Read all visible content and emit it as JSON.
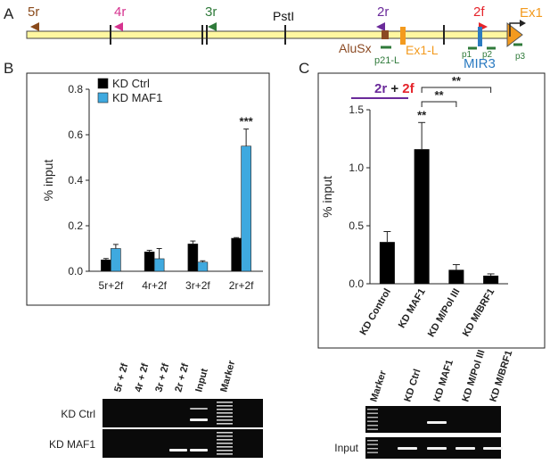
{
  "figure": {
    "panel_labels": {
      "a": "A",
      "b": "B",
      "c": "C"
    },
    "colors": {
      "bar_black": "#000000",
      "bar_blue": "#3fa9df",
      "track_fill": "#fff7a0",
      "track_stroke": "#444444",
      "gel_bg": "#0a0a0a",
      "gel_band": "#f2f2f2",
      "c_5r": "#8a4a1a",
      "c_4r": "#d6338f",
      "c_3r": "#2f7a3a",
      "c_2r": "#6a2a9a",
      "c_2f": "#e5242b",
      "c_alusx": "#8b4a23",
      "c_ex1l": "#f39a1e",
      "c_mir3": "#2b7bc1",
      "c_probe": "#2f7a3a",
      "c_ex1": "#f39a1e"
    }
  },
  "schematic": {
    "primers": {
      "p5r": "5r",
      "p4r": "4r",
      "p3r": "3r",
      "p2r": "2r",
      "p2f": "2f"
    },
    "pstI": "PstI",
    "alusx": "AluSx",
    "ex1l": "Ex1-L",
    "mir3": "MIR3",
    "ex1": "Ex1",
    "probes": {
      "p21l": "p21-L",
      "p1": "p1",
      "p2": "p2",
      "p3": "p3"
    }
  },
  "chart_data": [
    {
      "type": "bar",
      "panel": "B",
      "categories": [
        "5r+2f",
        "4r+2f",
        "3r+2f",
        "2r+2f"
      ],
      "series": [
        {
          "name": "KD Ctrl",
          "color": "#000000",
          "values": [
            0.05,
            0.085,
            0.12,
            0.145
          ],
          "errors": [
            0.006,
            0.007,
            0.013,
            0.003
          ]
        },
        {
          "name": "KD MAF1",
          "color": "#3fa9df",
          "values": [
            0.1,
            0.055,
            0.04,
            0.55
          ],
          "errors": [
            0.018,
            0.045,
            0.006,
            0.075
          ]
        }
      ],
      "ylabel": "% input",
      "ylim": [
        0,
        0.8
      ],
      "yticks": [
        "0.0",
        "0.2",
        "0.4",
        "0.6",
        "0.8"
      ],
      "annotations": [
        "***"
      ],
      "legend_position": "top-left"
    },
    {
      "type": "bar",
      "panel": "C",
      "title_parts": [
        "2r",
        " + ",
        "2f"
      ],
      "categories": [
        "KD Control",
        "KD MAF1",
        "KD M/Pol III",
        "KD M/BRF1"
      ],
      "series": [
        {
          "color": "#000000",
          "values": [
            0.36,
            1.16,
            0.12,
            0.07
          ],
          "errors": [
            0.09,
            0.23,
            0.045,
            0.015
          ]
        }
      ],
      "ylabel": "% input",
      "ylim": [
        0,
        1.5
      ],
      "yticks": [
        "0.0",
        "0.5",
        "1.0",
        "1.5"
      ],
      "annotations": [
        "**",
        "**",
        "**"
      ]
    }
  ],
  "gel_b": {
    "lanes": [
      "5r + 2f",
      "4r + 2f",
      "3r + 2f",
      "2r + 2f",
      "Input",
      "Marker"
    ],
    "rows": [
      "KD Ctrl",
      "KD MAF1"
    ],
    "bands": [
      [
        0,
        0,
        0,
        0,
        1
      ],
      [
        0,
        0,
        0,
        1,
        1
      ]
    ]
  },
  "gel_c": {
    "lanes": [
      "Marker",
      "KD Ctrl",
      "KD MAF1",
      "KD M/Pol III",
      "KD M/BRF1"
    ],
    "rows": [
      "",
      "Input"
    ],
    "bands": [
      [
        0,
        1,
        0,
        0
      ],
      [
        1,
        1,
        1,
        1
      ]
    ]
  }
}
